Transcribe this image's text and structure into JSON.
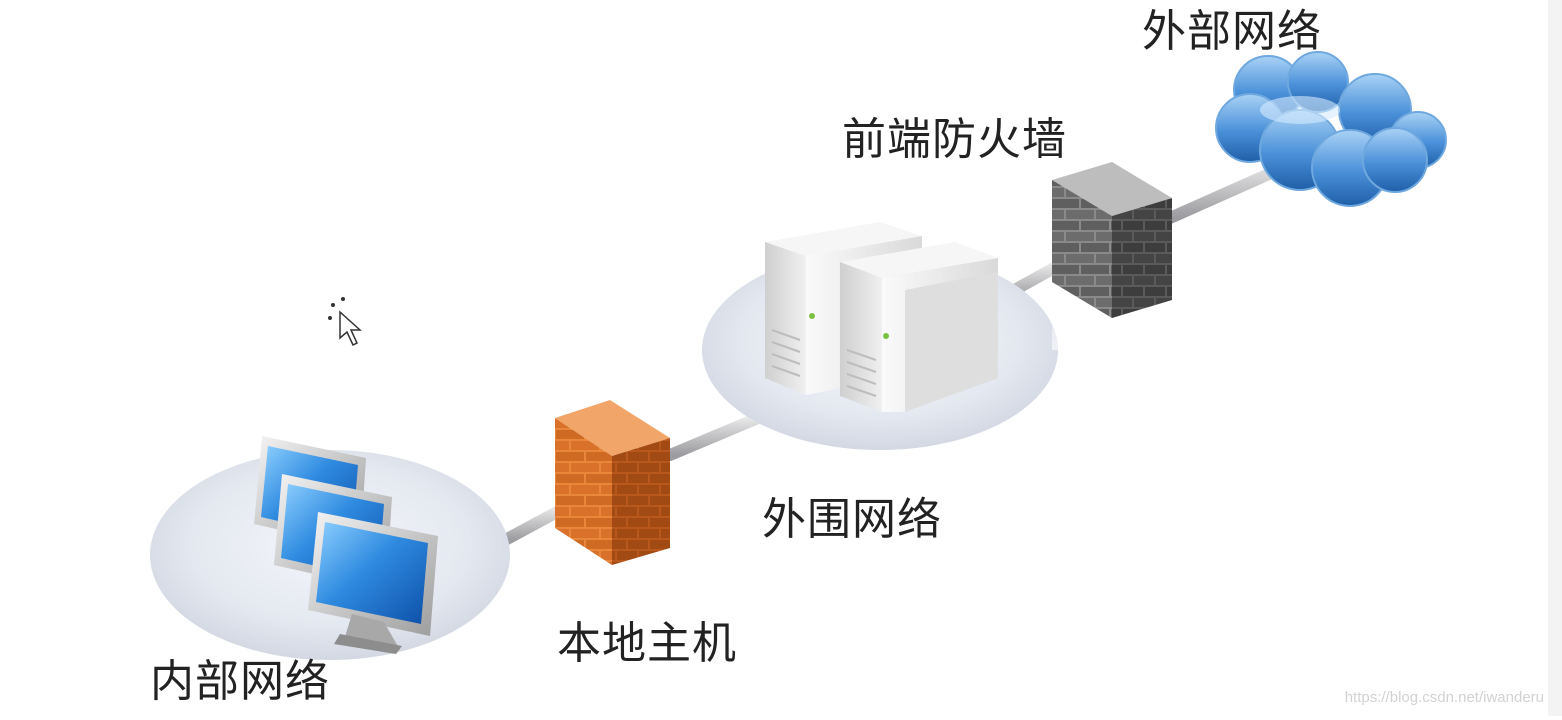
{
  "labels": {
    "internal_network": "内部网络",
    "local_host": "本地主机",
    "perimeter_network": "外围网络",
    "front_firewall": "前端防火墙",
    "external_network": "外部网络"
  },
  "watermark": "https://blog.csdn.net/iwanderu",
  "colors": {
    "background": "#ffffff",
    "label_text": "#222222",
    "local_firewall_brick": "#e07b32",
    "front_firewall_brick": "#5a5a5a",
    "cloud": "#4a90d9",
    "monitor_screen": "#2f7fd0",
    "server_body": "#e8e8e8",
    "platform": "#dfe3ec",
    "cable": "#c9c9cc"
  },
  "icons": [
    "workstation-monitor-icon",
    "local-firewall-icon",
    "server-icon",
    "front-firewall-icon",
    "cloud-icon",
    "mouse-cursor-icon"
  ]
}
